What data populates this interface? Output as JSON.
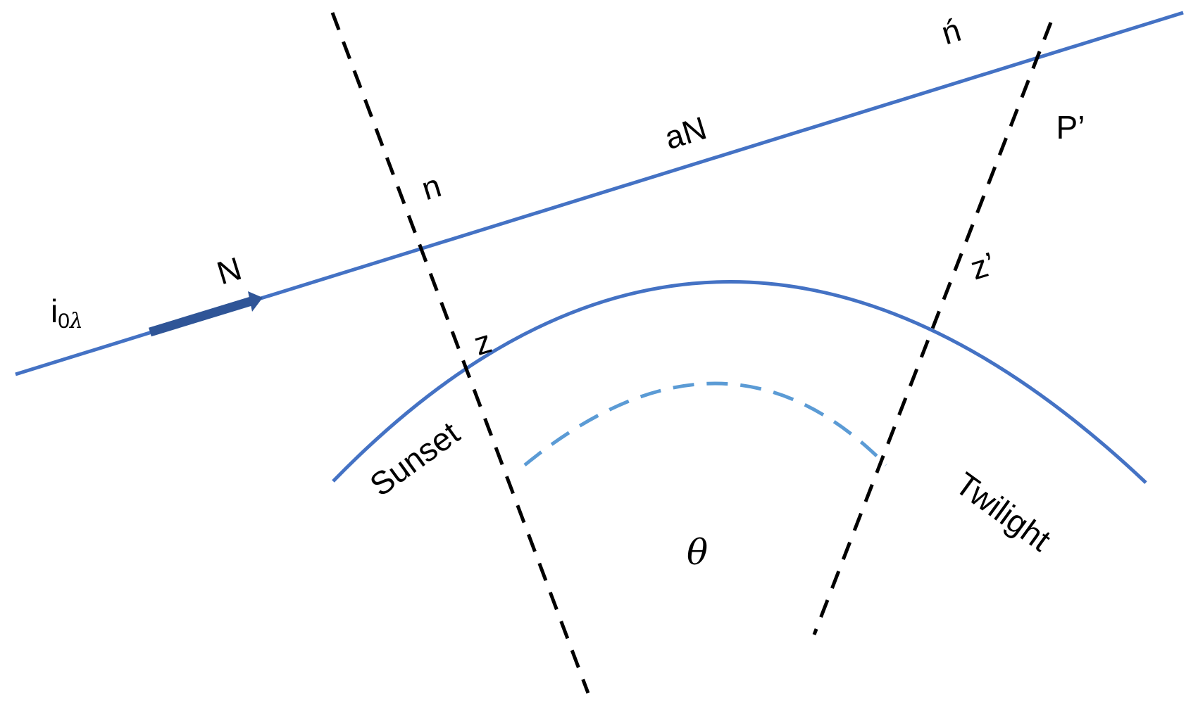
{
  "colors": {
    "ray": "#4472C4",
    "arrow": "#2F5597",
    "inner_arc": "#5B9BD5",
    "normals": "#000000",
    "text": "#000000"
  },
  "labels": {
    "incident_intensity_main": "i",
    "incident_intensity_sub_digit": "0",
    "incident_intensity_sub_greek": "λ",
    "ray_direction": "N",
    "deflected": "aN",
    "normal_left": "n",
    "normal_right": "ń",
    "point": "P’",
    "zenith_left": "z",
    "zenith_right": "z’",
    "sunset": "Sunset",
    "twilight": "Twilight",
    "angle": "θ"
  }
}
